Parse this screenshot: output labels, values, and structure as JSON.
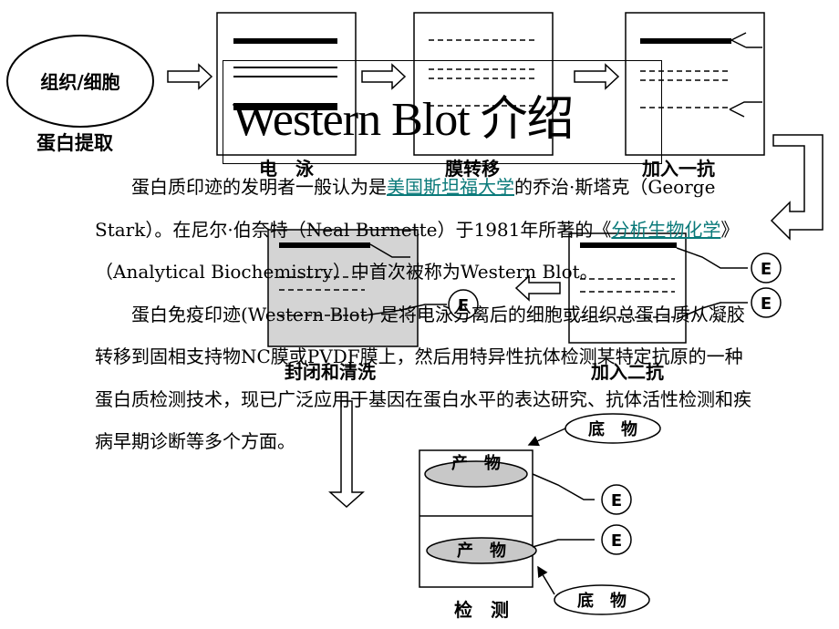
{
  "title": "Western Blot 介绍",
  "diagram": {
    "tissue_label": "组织/细胞",
    "extract_label": "蛋白提取",
    "step_electrophoresis": "电　泳",
    "step_transfer": "膜转移",
    "step_primary_antibody": "加入一抗",
    "step_block_wash": "封闭和清洗",
    "step_secondary_antibody": "加入二抗",
    "step_detection": "检　测",
    "enzyme_marker": "E",
    "substrate": "底　物",
    "product": "产　物"
  },
  "paragraph1": {
    "part1": "蛋白质印迹的发明者一般认为是",
    "link1": "美国斯坦福大学",
    "part2": "的乔治·斯塔克（George Stark）。在尼尔·伯奈特（Neal Burnette）于1981年所著的《",
    "link2": "分析生物化学",
    "part3": "》（Analytical Biochemistry）中首次被称为Western Blot。"
  },
  "paragraph2": "蛋白免疫印迹(Western Blot) 是将电泳分离后的细胞或组织总蛋白质从凝胶转移到固相支持物NC膜或PVDF膜上，然后用特异性抗体检测某特定抗原的一种蛋白质检测技术，现已广泛应用于基因在蛋白水平的表达研究、抗体活性检测和疾病早期诊断等多个方面。"
}
